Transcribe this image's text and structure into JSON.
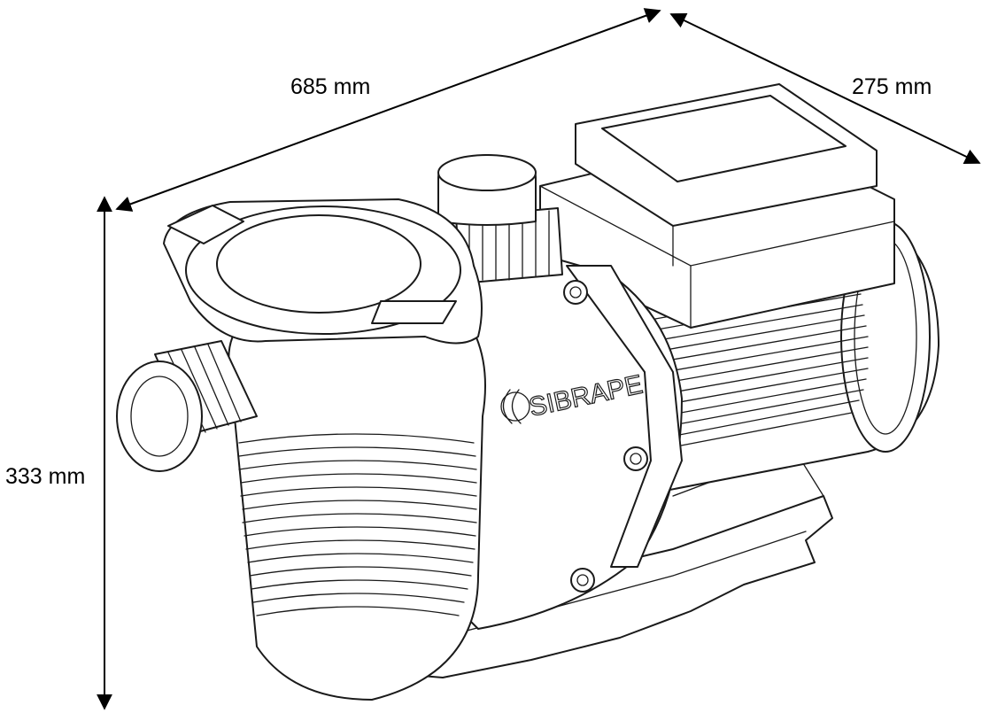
{
  "dimensions": {
    "length": "685 mm",
    "width": "275 mm",
    "height": "333 mm"
  },
  "brand": {
    "name": "SIBRAPE"
  },
  "colors": {
    "line": "#1a1a1a",
    "background": "#ffffff"
  }
}
